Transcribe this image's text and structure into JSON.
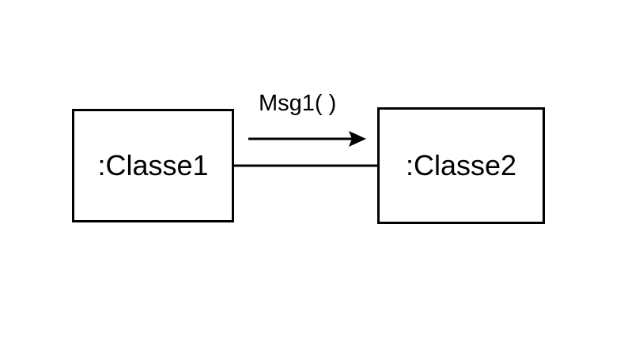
{
  "diagram": {
    "objects": [
      {
        "label": ":Classe1"
      },
      {
        "label": ":Classe2"
      }
    ],
    "link": {
      "message": "Msg1( )",
      "direction": "from :Classe1 to :Classe2"
    },
    "colors": {
      "stroke": "#000000",
      "background": "#ffffff"
    }
  }
}
